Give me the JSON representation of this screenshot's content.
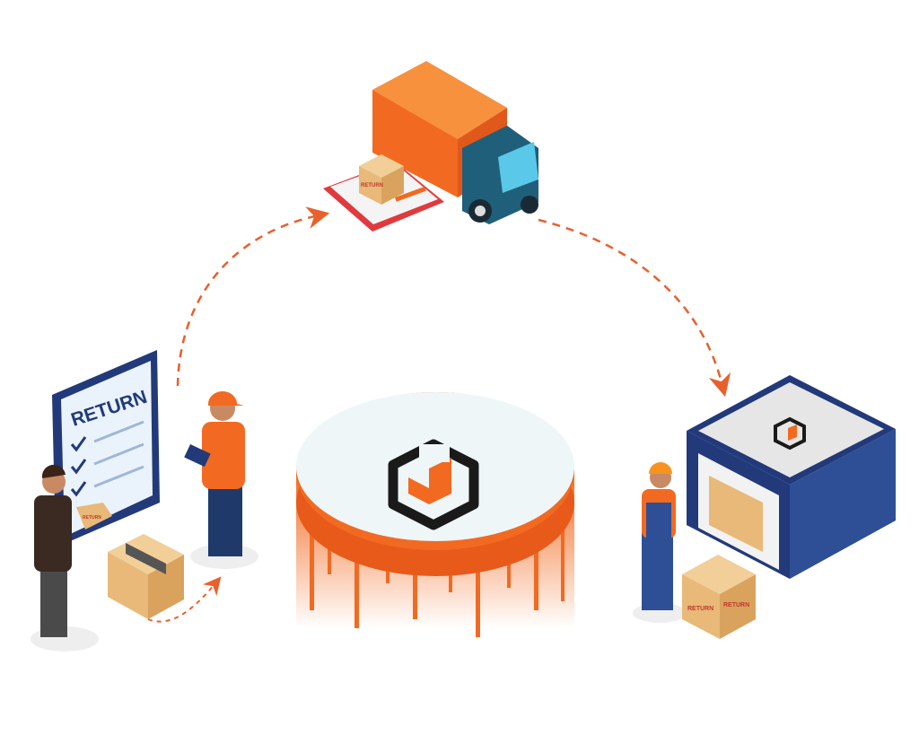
{
  "clipboard": {
    "title": "RETURN",
    "checked_items": 3
  },
  "boxes": {
    "label": "RETURN"
  },
  "truck_box": {
    "label": "RETURN"
  },
  "warehouse_box": {
    "label": "RETURN"
  },
  "colors": {
    "orange": "#f26a21",
    "orange_light": "#f7913d",
    "navy": "#223a7a",
    "truck_blue": "#1f5f7a",
    "cardboard": "#e8b978",
    "platform_top": "#eef6f8",
    "arrow": "#e8602c"
  },
  "icons": [
    "logo-hexagon-icon",
    "check-icon",
    "dashed-arrow-icon"
  ]
}
